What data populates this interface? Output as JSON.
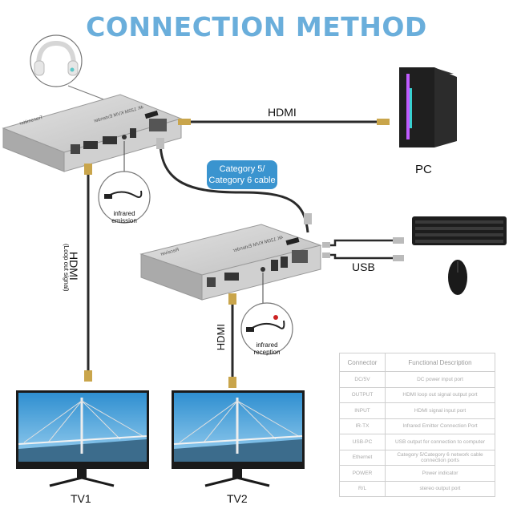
{
  "title": "CONNECTION METHOD",
  "labels": {
    "hdmi_top": "HDMI",
    "pc": "PC",
    "category_cable": "Category 5/ Category 6 cable",
    "usb": "USB",
    "hdmi_loop": "HDMI",
    "loop_out": "(Loop out signal)",
    "hdmi_rx": "HDMI",
    "tv1": "TV1",
    "tv2": "TV2",
    "infrared_emission": "infrared emission",
    "infrared_reception": "infrared reception",
    "tx_device_text": "4K 120M KVM Extender",
    "tx_device_name": "Transmitter",
    "rx_device_text": "4K 120M KVM Extender",
    "rx_device_name": "Receiver"
  },
  "table": {
    "headers": [
      "Connector",
      "Functional Description"
    ],
    "rows": [
      [
        "DC/5V",
        "DC power input port"
      ],
      [
        "OUTPUT",
        "HDMI loop out signal output port"
      ],
      [
        "INPUT",
        "HDMI signal input port"
      ],
      [
        "IR-TX",
        "Infrared Emitter Connection Port"
      ],
      [
        "USB-PC",
        "USB output for connection to computer"
      ],
      [
        "Ethernet",
        "Category 5/Category 6 network cable connection ports"
      ],
      [
        "POWER",
        "Power indicator"
      ],
      [
        "R/L",
        "stereo output port"
      ]
    ]
  },
  "colors": {
    "title": "#6aaedb",
    "badge": "#3a94cf",
    "device": "#c9c9c9",
    "cable": "#2a2a2a",
    "connector_gold": "#c9a54b"
  }
}
